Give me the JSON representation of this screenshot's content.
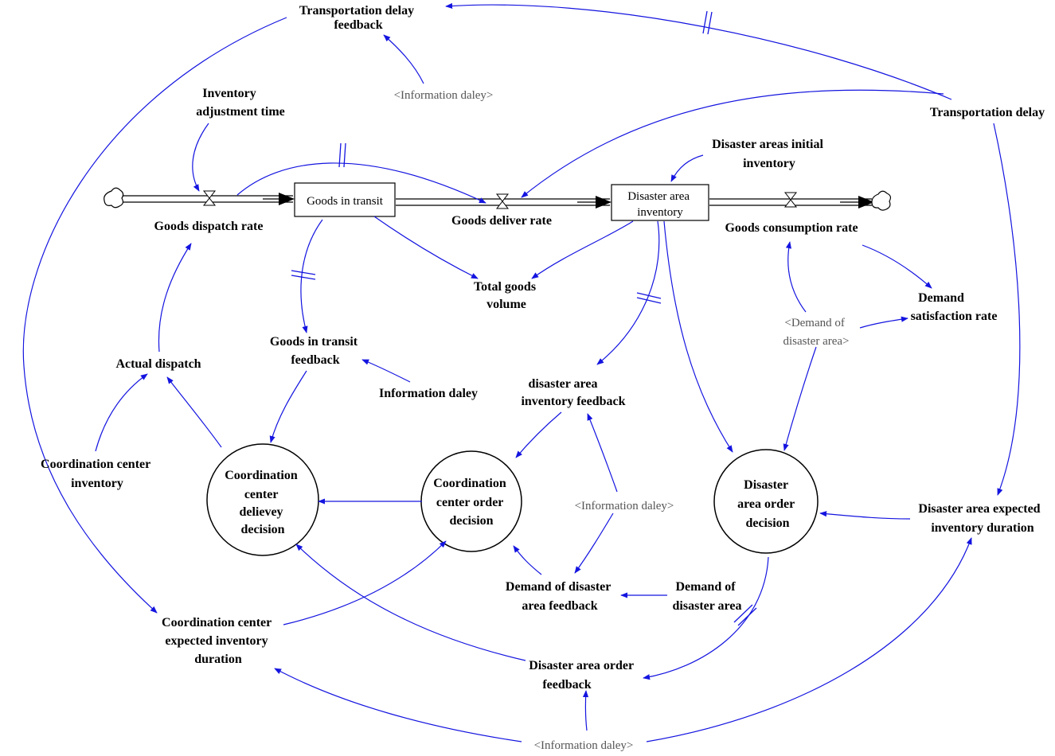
{
  "stocks": {
    "goods_in_transit": [
      "Goods in transit"
    ],
    "disaster_area_inventory": [
      "Disaster area",
      "inventory"
    ]
  },
  "rates": {
    "goods_dispatch_rate": [
      "Goods dispatch rate"
    ],
    "goods_deliver_rate": [
      "Goods deliver rate"
    ],
    "goods_consumption_rate": [
      "Goods consumption rate"
    ]
  },
  "decisions": {
    "coordination_center_delivery": [
      "Coordination",
      "center",
      "delievey",
      "decision"
    ],
    "coordination_center_order": [
      "Coordination",
      "center order",
      "decision"
    ],
    "disaster_area_order": [
      "Disaster",
      "area order",
      "decision"
    ]
  },
  "variables": {
    "transportation_delay_feedback": [
      "Transportation delay",
      "feedback"
    ],
    "inventory_adjustment_time": [
      "Inventory",
      "adjustment time"
    ],
    "transportation_delay": [
      "Transportation delay"
    ],
    "disaster_areas_initial_inventory": [
      "Disaster areas initial",
      "inventory"
    ],
    "total_goods_volume": [
      "Total goods",
      "volume"
    ],
    "demand_satisfaction_rate": [
      "Demand",
      "satisfaction rate"
    ],
    "goods_in_transit_feedback": [
      "Goods in transit",
      "feedback"
    ],
    "actual_dispatch": [
      "Actual dispatch"
    ],
    "information_daley": [
      "Information daley"
    ],
    "disaster_area_inventory_feedback": [
      "disaster area",
      "inventory feedback"
    ],
    "coordination_center_inventory": [
      "Coordination center",
      "inventory"
    ],
    "disaster_area_expected_inventory_duration": [
      "Disaster area expected",
      "inventory duration"
    ],
    "demand_of_disaster_area_feedback": [
      "Demand of disaster",
      "area feedback"
    ],
    "demand_of_disaster_area": [
      "Demand of",
      "disaster area"
    ],
    "coordination_center_expected_inventory_duration": [
      "Coordination center",
      "expected inventory",
      "duration"
    ],
    "disaster_area_order_feedback": [
      "Disaster area order",
      "feedback"
    ]
  },
  "shadow_variables": {
    "information_daley_top": [
      "<Information daley>"
    ],
    "demand_of_disaster_area_shadow": [
      "<Demand of",
      "disaster area>"
    ],
    "information_daley_mid": [
      "<Information daley>"
    ],
    "information_daley_bottom": [
      "<Information daley>"
    ]
  },
  "colors": {
    "link": "#1414e0",
    "flow": "#000000"
  }
}
